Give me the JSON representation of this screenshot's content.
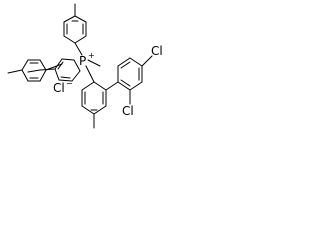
{
  "molecule": {
    "atom_labels": {
      "phosphorus": "P",
      "phosphorus_charge": "+",
      "chloride": "Cl",
      "chloride_charge": "−",
      "chlorine_para": "Cl",
      "chlorine_ortho": "Cl"
    }
  }
}
